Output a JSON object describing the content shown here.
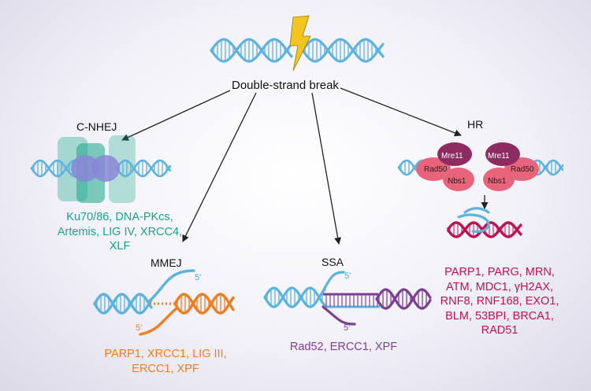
{
  "colors": {
    "dna_blue": "#5cb3e0",
    "nhej_green": "#17a689",
    "mmej_orange": "#ef7d22",
    "ssa_purple": "#7d3f96",
    "hr_crimson": "#c0124f",
    "bolt_yellow": "#f3c520",
    "complex_magenta": "#8c2c60",
    "complex_pink": "#e8647a"
  },
  "center": {
    "label": "Double-strand break"
  },
  "pathways": {
    "cnhej": {
      "title": "C-NHEJ",
      "genes": [
        "Ku70/86, DNA-PKcs,",
        "Artemis, LIG IV, XRCC4,",
        "XLF"
      ]
    },
    "mmej": {
      "title": "MMEJ",
      "five_prime_top": "5'",
      "five_prime_bottom": "5'",
      "genes": [
        "PARP1, XRCC1, LIG III,",
        "ERCC1, XPF"
      ]
    },
    "ssa": {
      "title": "SSA",
      "five_prime_top": "5'",
      "five_prime_bottom": "5'",
      "genes": [
        "Rad52, ERCC1, XPF"
      ]
    },
    "hr": {
      "title": "HR",
      "complex_left": {
        "mre11": "Mre11",
        "rad50": "Rad50",
        "nbs1": "Nbs1"
      },
      "complex_right": {
        "mre11": "Mre11",
        "rad50": "Rad50",
        "nbs1": "Nbs1"
      },
      "genes": [
        "PARP1, PARG, MRN,",
        "ATM, MDC1, γH2AX,",
        "RNF8, RNF168, EXO1,",
        "BLM, 53BPI, BRCA1,",
        "RAD51"
      ]
    }
  }
}
